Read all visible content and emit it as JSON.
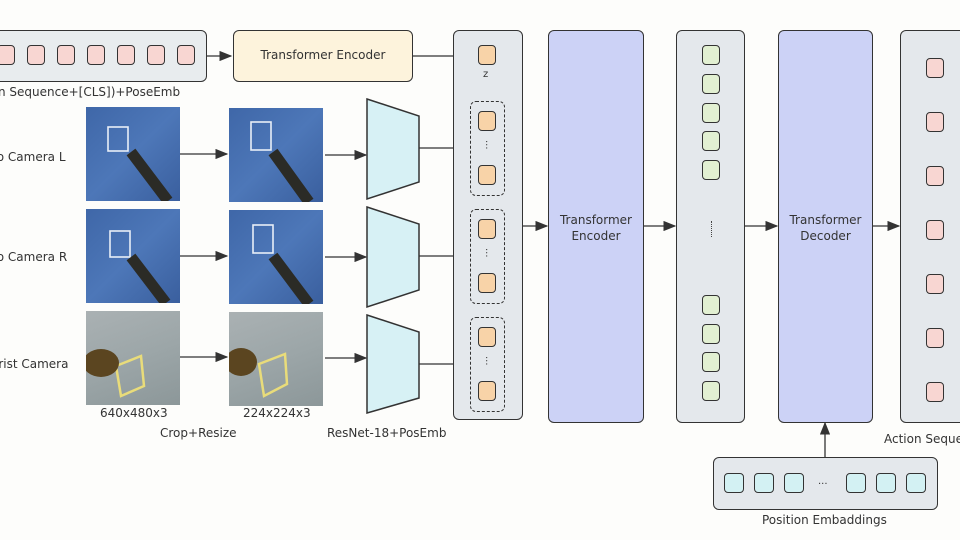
{
  "top_row": {
    "action_sequence_label": "Action Sequence+[CLS])+PoseEmb",
    "encoder_label": "Transformer Encoder",
    "z_label": "z",
    "token_count": 7
  },
  "cameras": [
    {
      "label": "Stereo Camera L",
      "scene": "blue"
    },
    {
      "label": "Stereo Camera R",
      "scene": "blue"
    },
    {
      "label": "Wrist Camera",
      "scene": "grey"
    }
  ],
  "input_size_label": "640x480x3",
  "cropped_size_label": "224x224x3",
  "crop_label": "Crop+Resize",
  "backbone_label": "ResNet-18+PosEmb",
  "ellipsis": "...",
  "main_encoder": {
    "line1": "Transformer",
    "line2": "Encoder"
  },
  "main_decoder": {
    "line1": "Transformer",
    "line2": "Decoder"
  },
  "position_embeddings_label": "Position Embaddings",
  "action_sequence_output_label": "Action Sequence",
  "colors": {
    "action_token": "#f8d6d2",
    "feature_token": "#f8d3a8",
    "encoder_output_token": "#e2f0d2",
    "position_token": "#d3f1f3",
    "transformer_block": "#ccd2f6",
    "top_encoder": "#fdf3dc",
    "panel": "#e4e8ec",
    "backbone": "#d7f1f5"
  }
}
